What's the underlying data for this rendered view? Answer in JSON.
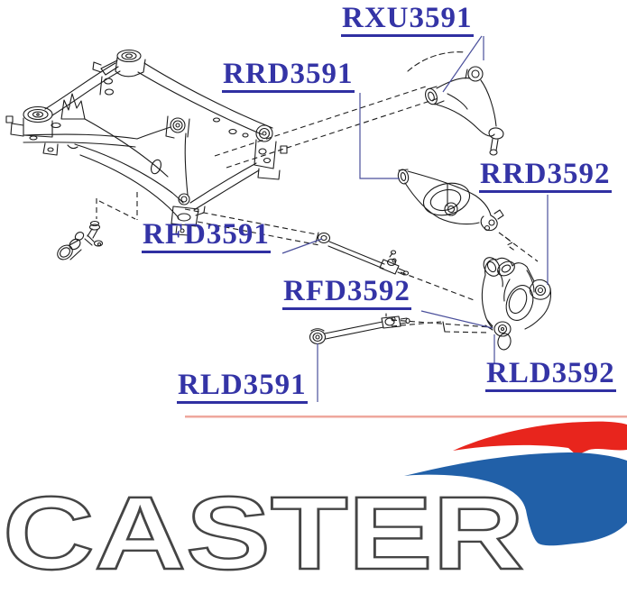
{
  "diagram": {
    "part_labels": [
      {
        "part_number": "RXU3591"
      },
      {
        "part_number": "RRD3591"
      },
      {
        "part_number": "RRD3592"
      },
      {
        "part_number": "RFD3591"
      },
      {
        "part_number": "RFD3592"
      },
      {
        "part_number": "RLD3591"
      },
      {
        "part_number": "RLD3592"
      }
    ],
    "label_color": "#3434a6",
    "leader_line_color": "#4a4f9b",
    "drawing_line_color": "#1c1c1c"
  },
  "logo": {
    "brand": "CASTER",
    "letter_fill": "#ffffff",
    "letter_outline": "#454545",
    "swoosh_red": "#e8251d",
    "swoosh_blue": "#2160a8"
  }
}
